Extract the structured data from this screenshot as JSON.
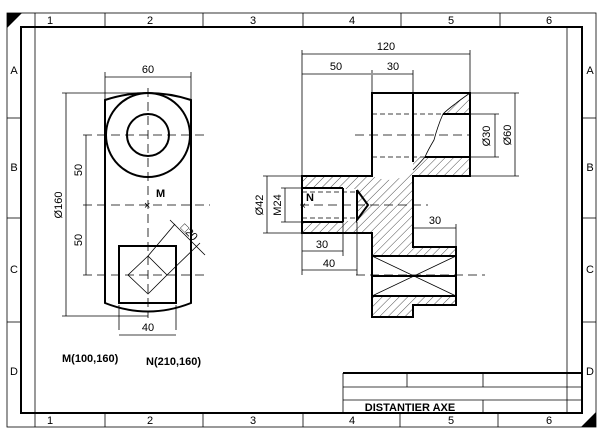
{
  "frame": {
    "columns": [
      "1",
      "2",
      "3",
      "4",
      "5",
      "6"
    ],
    "rows": [
      "A",
      "B",
      "C",
      "D"
    ]
  },
  "left_view": {
    "dim_width_top": "60",
    "dim_diameter": "Ø160",
    "dim_spacing_1": "50",
    "dim_spacing_2": "50",
    "dim_square": "□20",
    "dim_width_bottom": "40",
    "point_m": "M"
  },
  "right_view": {
    "dim_total": "120",
    "dim_left": "50",
    "dim_mid": "30",
    "dim_bore": "Ø30",
    "dim_outer": "Ø60",
    "dim_shaft": "Ø42",
    "dim_thread": "M24",
    "dim_thread_depth": "30",
    "dim_drill_depth": "40",
    "dim_step": "30",
    "point_n": "N"
  },
  "coordinates": {
    "m": "M(100,160)",
    "n": "N(210,160)"
  },
  "title_block": {
    "title": "DISTANȚIER AXE"
  },
  "colors": {
    "ink": "#000000",
    "paper": "#ffffff"
  }
}
